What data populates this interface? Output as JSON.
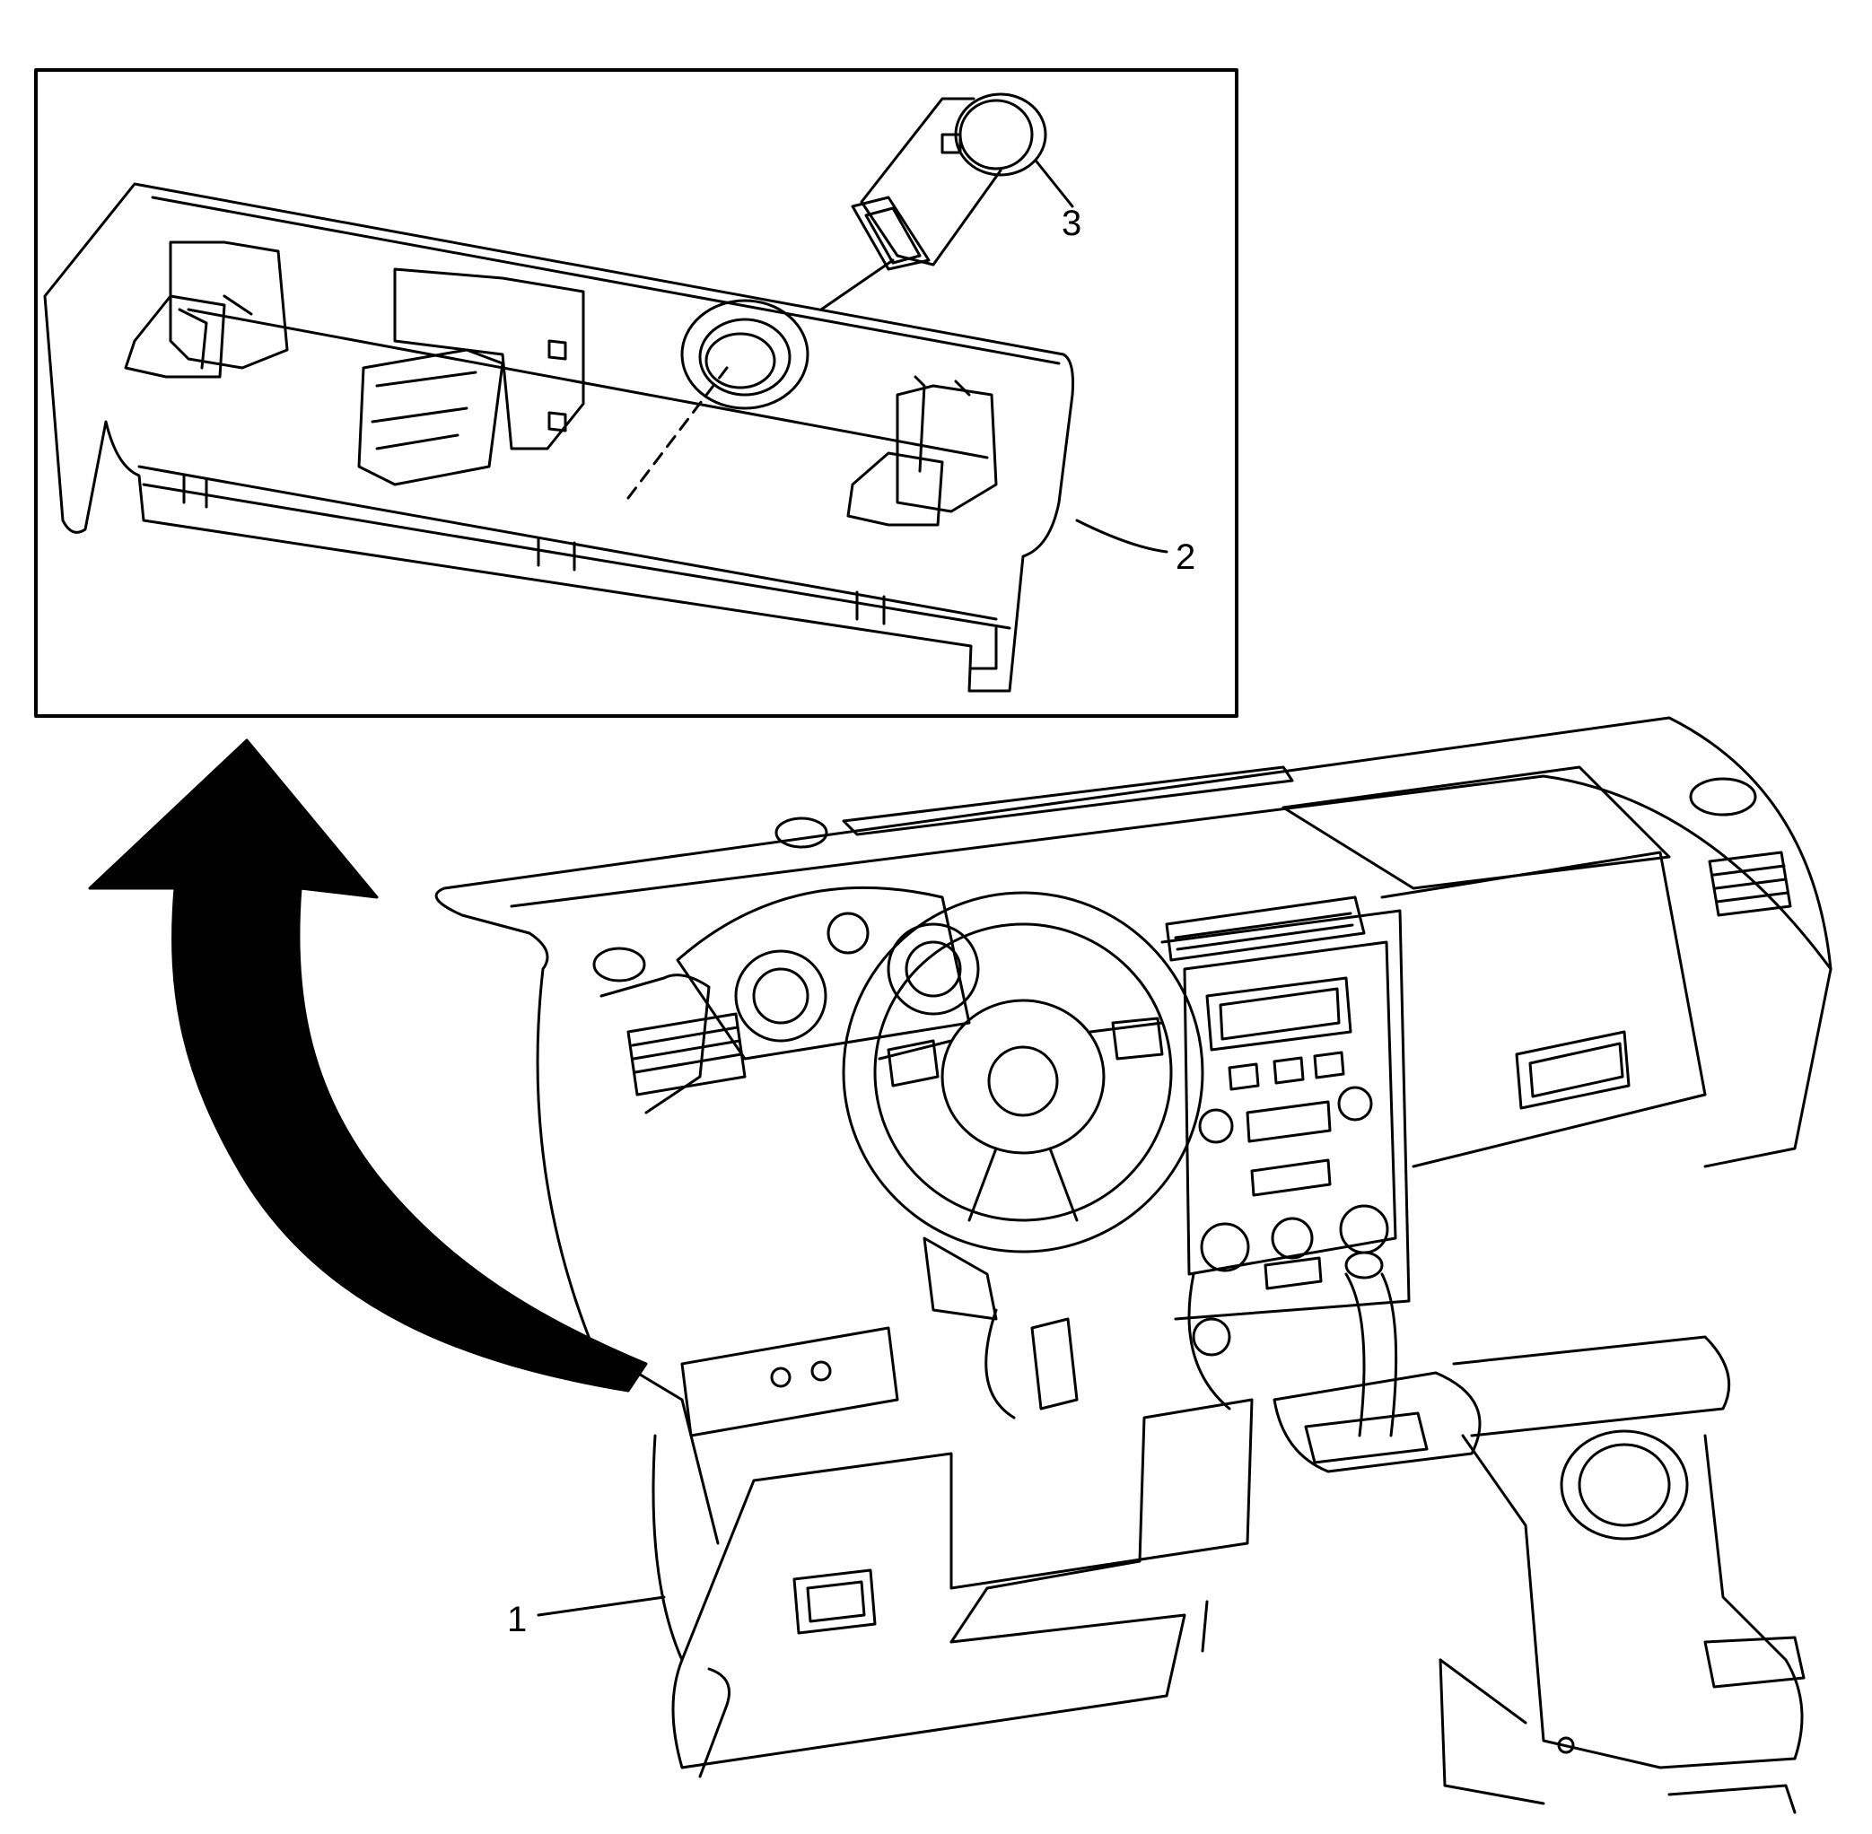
{
  "callouts": [
    {
      "id": "1",
      "label": "1"
    },
    {
      "id": "2",
      "label": "2"
    },
    {
      "id": "3",
      "label": "3"
    }
  ],
  "colors": {
    "line": "#000000",
    "background": "#ffffff"
  },
  "icons": [
    "inset-frame",
    "curved-arrow"
  ]
}
